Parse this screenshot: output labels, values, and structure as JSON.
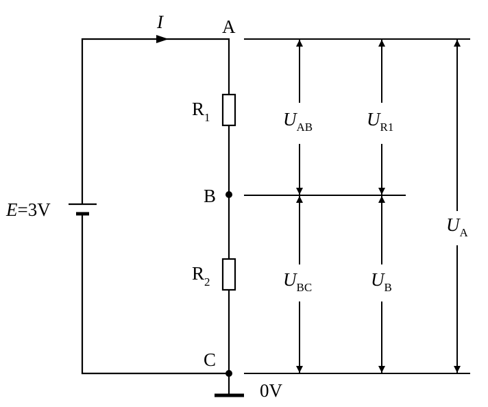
{
  "labels": {
    "current": "I",
    "node_a": "A",
    "node_b": "B",
    "node_c": "C",
    "emf_symbol": "E",
    "emf_value": "=3V",
    "r1_main": "R",
    "r1_sub": "1",
    "r2_main": "R",
    "r2_sub": "2",
    "u_ab_main": "U",
    "u_ab_sub": "AB",
    "u_r1_main": "U",
    "u_r1_sub": "R1",
    "u_bc_main": "U",
    "u_bc_sub": "BC",
    "u_b_main": "U",
    "u_b_sub": "B",
    "u_a_main": "U",
    "u_a_sub": "A",
    "ground_voltage": "0V"
  }
}
